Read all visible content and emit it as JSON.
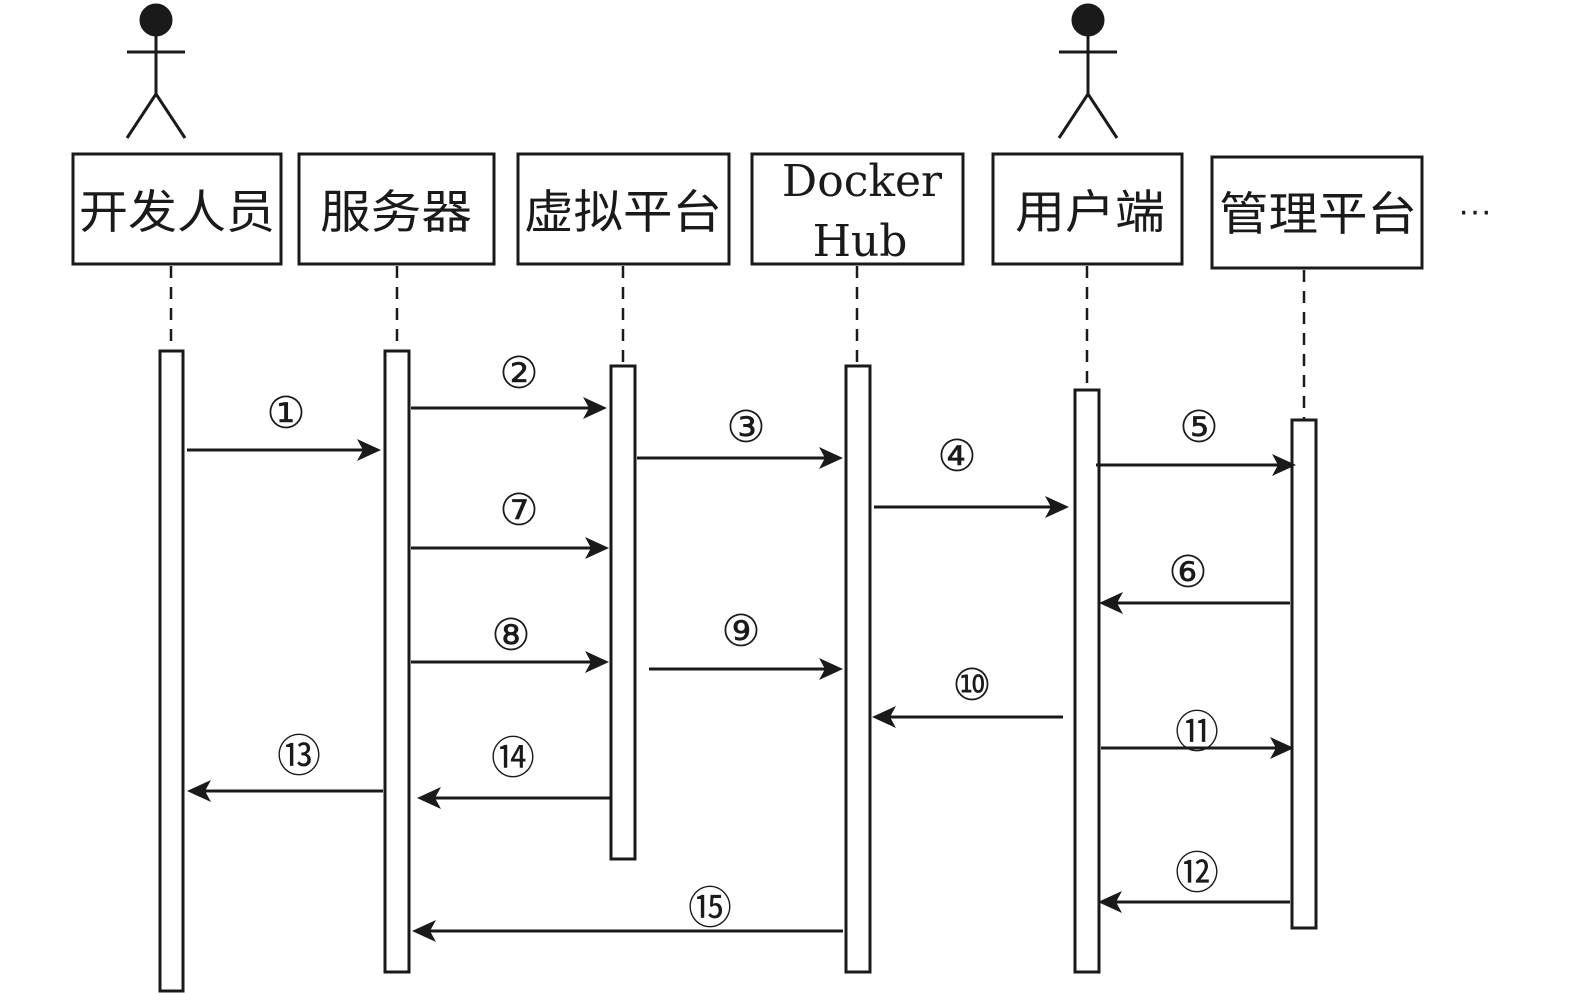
{
  "participants": [
    {
      "id": "developer",
      "label": [
        "开发人员"
      ]
    },
    {
      "id": "server",
      "label": [
        "服务器"
      ]
    },
    {
      "id": "virtual-platform",
      "label": [
        "虚拟平台"
      ]
    },
    {
      "id": "docker-hub",
      "label": [
        "Docker",
        "Hub"
      ]
    },
    {
      "id": "client",
      "label": [
        "用户端"
      ]
    },
    {
      "id": "management-platform",
      "label": [
        "管理平台"
      ]
    }
  ],
  "ellipsis": "···",
  "messages": [
    {
      "label": "①",
      "from": "developer",
      "to": "server"
    },
    {
      "label": "②",
      "from": "server",
      "to": "virtual-platform"
    },
    {
      "label": "③",
      "from": "virtual-platform",
      "to": "docker-hub"
    },
    {
      "label": "④",
      "from": "docker-hub",
      "to": "client"
    },
    {
      "label": "⑤",
      "from": "client",
      "to": "management-platform"
    },
    {
      "label": "⑥",
      "from": "management-platform",
      "to": "client"
    },
    {
      "label": "⑦",
      "from": "server",
      "to": "virtual-platform"
    },
    {
      "label": "⑧",
      "from": "server",
      "to": "virtual-platform"
    },
    {
      "label": "⑨",
      "from": "virtual-platform",
      "to": "docker-hub"
    },
    {
      "label": "⑩",
      "from": "client",
      "to": "docker-hub"
    },
    {
      "label": "⑪",
      "from": "client",
      "to": "management-platform"
    },
    {
      "label": "⑫",
      "from": "management-platform",
      "to": "client"
    },
    {
      "label": "⑬",
      "from": "server",
      "to": "developer"
    },
    {
      "label": "⑭",
      "from": "virtual-platform",
      "to": "server"
    },
    {
      "label": "⑮",
      "from": "docker-hub",
      "to": "server"
    }
  ]
}
